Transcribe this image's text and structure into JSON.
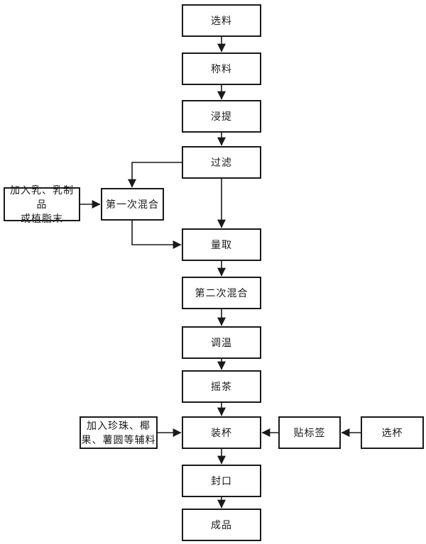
{
  "figure": {
    "type": "flowchart",
    "background_color": "#ffffff",
    "line_color": "#1a1a1a",
    "box_fill": "#ffffff",
    "nodes": [
      {
        "id": "select-material",
        "label": "选料"
      },
      {
        "id": "weigh-material",
        "label": "称料"
      },
      {
        "id": "extract",
        "label": "浸提"
      },
      {
        "id": "filter",
        "label": "过滤"
      },
      {
        "id": "add-milk",
        "label": "加入乳、乳制品\n或植脂末"
      },
      {
        "id": "first-mix",
        "label": "第一次混合"
      },
      {
        "id": "measure",
        "label": "量取"
      },
      {
        "id": "second-mix",
        "label": "第二次混合"
      },
      {
        "id": "adjust-temperature",
        "label": "调温"
      },
      {
        "id": "shake-tea",
        "label": "摇茶"
      },
      {
        "id": "add-toppings",
        "label": "加入珍珠、椰\n果、薯圆等辅料"
      },
      {
        "id": "fill-cup",
        "label": "装杯"
      },
      {
        "id": "attach-label",
        "label": "贴标签"
      },
      {
        "id": "select-cup",
        "label": "选杯"
      },
      {
        "id": "seal",
        "label": "封口"
      },
      {
        "id": "finished-product",
        "label": "成品"
      }
    ],
    "edges": [
      {
        "from": "select-material",
        "to": "weigh-material"
      },
      {
        "from": "weigh-material",
        "to": "extract"
      },
      {
        "from": "extract",
        "to": "filter"
      },
      {
        "from": "filter",
        "to": "first-mix"
      },
      {
        "from": "filter",
        "to": "measure"
      },
      {
        "from": "add-milk",
        "to": "first-mix"
      },
      {
        "from": "first-mix",
        "to": "measure"
      },
      {
        "from": "measure",
        "to": "second-mix"
      },
      {
        "from": "second-mix",
        "to": "adjust-temperature"
      },
      {
        "from": "adjust-temperature",
        "to": "shake-tea"
      },
      {
        "from": "shake-tea",
        "to": "fill-cup"
      },
      {
        "from": "add-toppings",
        "to": "fill-cup"
      },
      {
        "from": "select-cup",
        "to": "attach-label"
      },
      {
        "from": "attach-label",
        "to": "fill-cup"
      },
      {
        "from": "fill-cup",
        "to": "seal"
      },
      {
        "from": "seal",
        "to": "finished-product"
      }
    ]
  }
}
